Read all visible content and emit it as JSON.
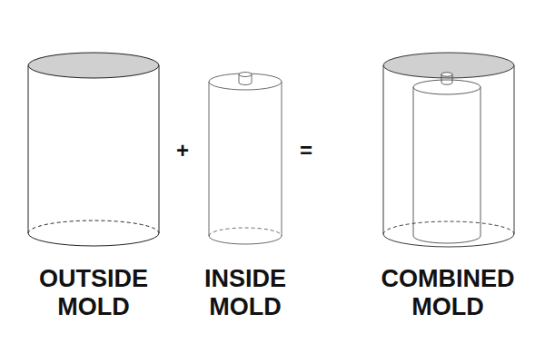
{
  "diagram": {
    "labels": [
      "OUTSIDE MOLD",
      "+",
      "INSIDE MOLD",
      "=",
      "COMBINED MOLD"
    ]
  }
}
